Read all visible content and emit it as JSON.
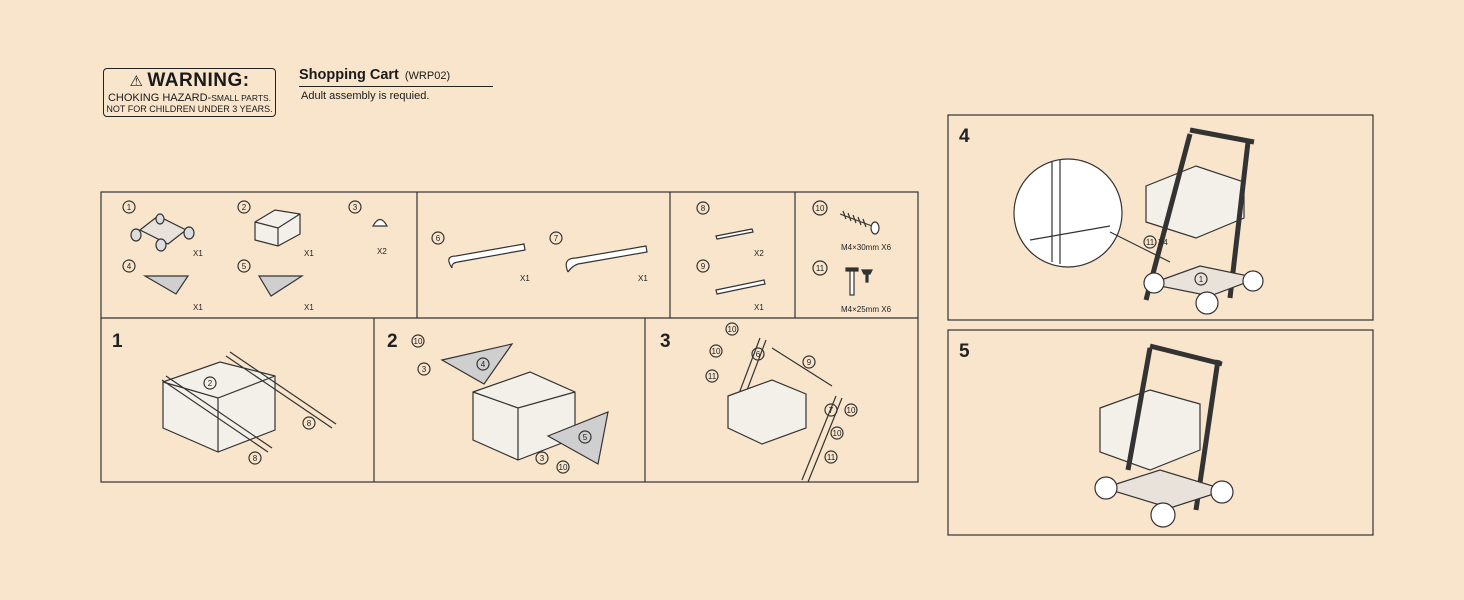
{
  "warning": {
    "heading": "WARNING:",
    "line1": "CHOKING HAZARD-",
    "line1_small": "SMALL PARTS.",
    "line2": "NOT FOR CHILDREN UNDER 3 YEARS."
  },
  "product": {
    "name": "Shopping Cart",
    "code": "(WRP02)",
    "note": "Adult assembly is requied."
  },
  "parts": [
    {
      "num": "1",
      "qty": "X1"
    },
    {
      "num": "2",
      "qty": "X1"
    },
    {
      "num": "3",
      "qty": "X2"
    },
    {
      "num": "4",
      "qty": "X1"
    },
    {
      "num": "5",
      "qty": "X1"
    },
    {
      "num": "6",
      "qty": "X1"
    },
    {
      "num": "7",
      "qty": "X1"
    },
    {
      "num": "8",
      "qty": "X2"
    },
    {
      "num": "9",
      "qty": "X1"
    },
    {
      "num": "10",
      "qty": "M4×30mm X6"
    },
    {
      "num": "11",
      "qty": "M4×25mm X6"
    }
  ],
  "steps": [
    {
      "num": "1",
      "callouts": [
        "2",
        "8",
        "8"
      ]
    },
    {
      "num": "2",
      "callouts": [
        "10",
        "3",
        "4",
        "5",
        "3",
        "10"
      ]
    },
    {
      "num": "3",
      "callouts": [
        "10",
        "10",
        "6",
        "9",
        "11",
        "7",
        "10",
        "10",
        "11"
      ]
    },
    {
      "num": "4",
      "callouts": [
        "11",
        "X4",
        "1"
      ]
    },
    {
      "num": "5"
    }
  ]
}
